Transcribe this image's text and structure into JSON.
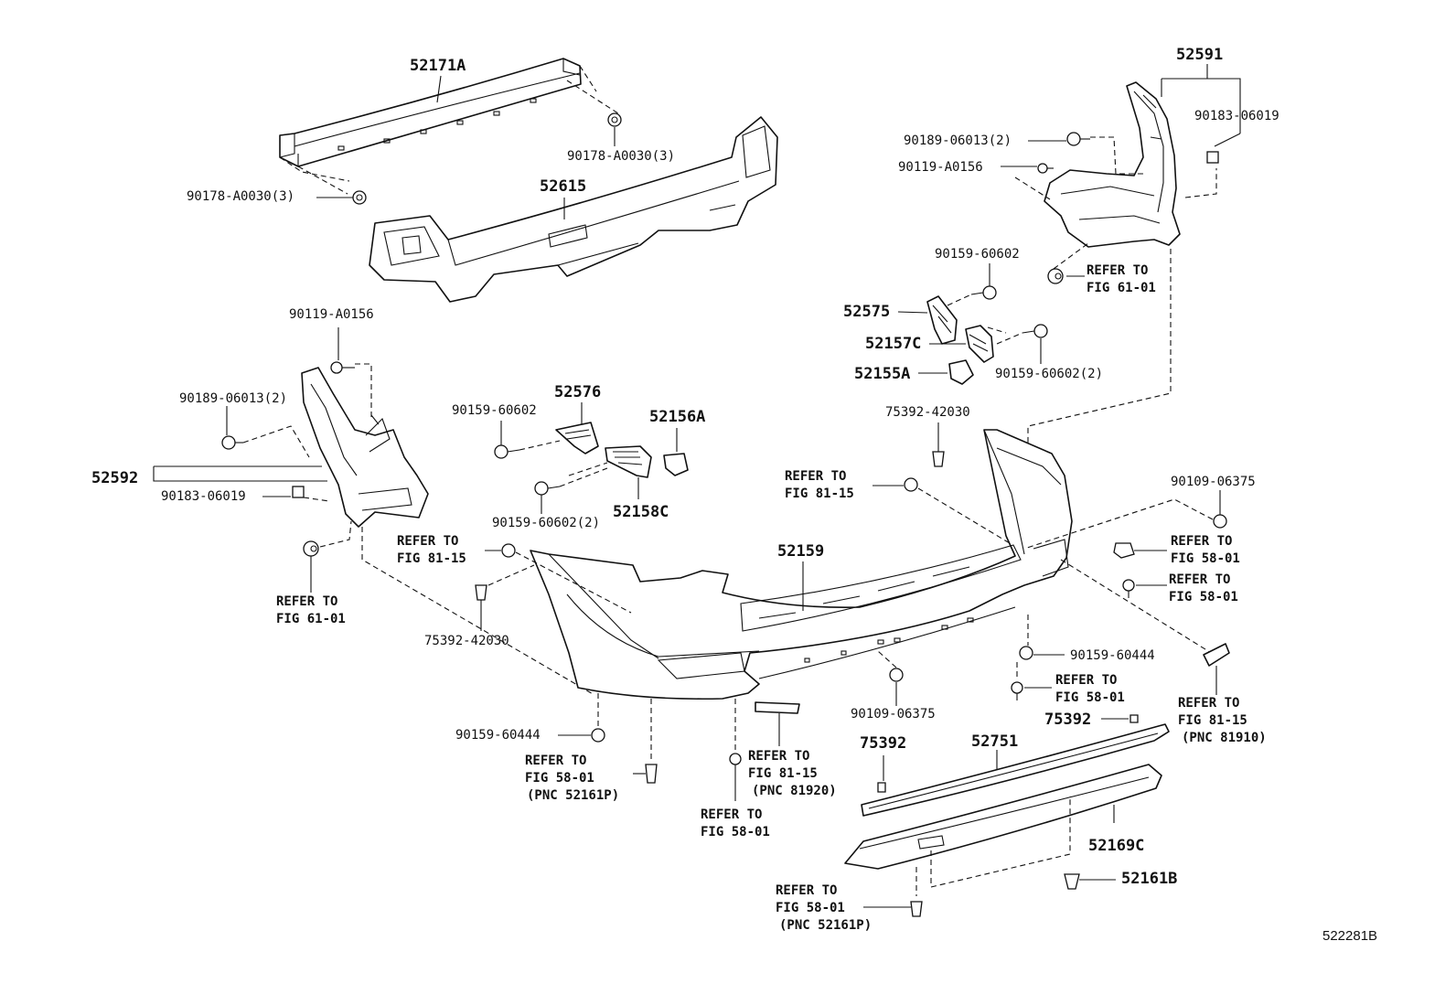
{
  "figure_id": "522281B",
  "labels": {
    "l_52171A": "52171A",
    "l_90178_r": "90178-A0030(3)",
    "l_90178_l": "90178-A0030(3)",
    "l_52615": "52615",
    "l_90119_l": "90119-A0156",
    "l_90189_l": "90189-06013(2)",
    "l_52592": "52592",
    "l_90183_l": "90183-06019",
    "l_ref_61_l_a": "REFER TO",
    "l_ref_61_l_b": "FIG 61-01",
    "l_ref_8115_l_a": "REFER TO",
    "l_ref_8115_l_b": "FIG 81-15",
    "l_75392_l": "75392-42030",
    "l_90159_60602_a": "90159-60602",
    "l_52576": "52576",
    "l_52156A": "52156A",
    "l_90159_60602_2": "90159-60602(2)",
    "l_52158C": "52158C",
    "l_52159": "52159",
    "l_90159_60444_l": "90159-60444",
    "l_ref_5801_a1": "REFER TO",
    "l_ref_5801_a2": "FIG 58-01",
    "l_pnc_52161p_a": "(PNC 52161P)",
    "l_ref_8115_m_a": "REFER TO",
    "l_ref_8115_m_b": "FIG 81-15",
    "l_pnc_81920": "(PNC 81920)",
    "l_ref_5801_b1": "REFER TO",
    "l_ref_5801_b2": "FIG 58-01",
    "l_90109_m": "90109-06375",
    "l_52591": "52591",
    "l_90189_r": "90189-06013(2)",
    "l_90183_r": "90183-06019",
    "l_90119_r": "90119-A0156",
    "l_90159_60602_r": "90159-60602",
    "l_ref_61_r_a": "REFER TO",
    "l_ref_61_r_b": "FIG 61-01",
    "l_52575": "52575",
    "l_52157C": "52157C",
    "l_90159_60602_r2": "90159-60602(2)",
    "l_52155A": "52155A",
    "l_75392_r": "75392-42030",
    "l_ref_8115_r_a": "REFER TO",
    "l_ref_8115_r_b": "FIG 81-15",
    "l_90109_r": "90109-06375",
    "l_ref_5801_c1": "REFER TO",
    "l_ref_5801_c2": "FIG 58-01",
    "l_ref_5801_d1": "REFER TO",
    "l_ref_5801_d2": "FIG 58-01",
    "l_90159_60444_r": "90159-60444",
    "l_ref_5801_e1": "REFER TO",
    "l_ref_5801_e2": "FIG 58-01",
    "l_75392_a": "75392",
    "l_ref_8115_rr_a": "REFER TO",
    "l_ref_8115_rr_b": "FIG 81-15",
    "l_pnc_81910": "(PNC 81910)",
    "l_75392_b": "75392",
    "l_52751": "52751",
    "l_52169C": "52169C",
    "l_52161B": "52161B",
    "l_ref_5801_f1": "REFER TO",
    "l_ref_5801_f2": "FIG 58-01",
    "l_pnc_52161p_b": "(PNC 52161P)"
  }
}
